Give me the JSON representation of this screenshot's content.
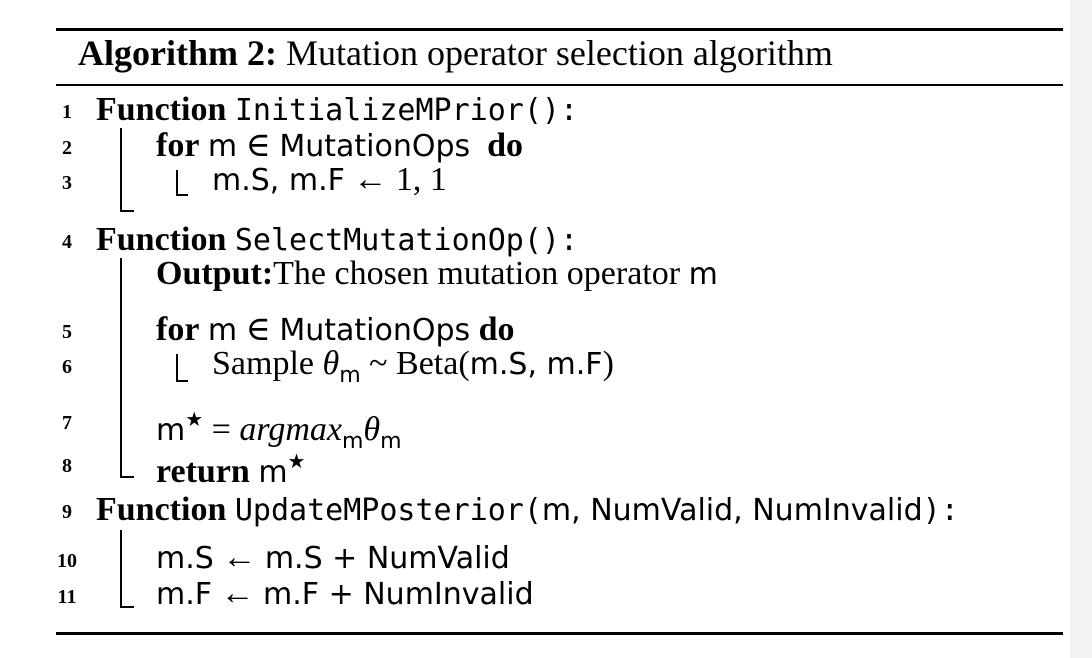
{
  "header": {
    "label": "Algorithm 2:",
    "title": "Mutation operator selection algorithm"
  },
  "lines": [
    {
      "num": "1",
      "keyword": "Function",
      "name": "InitializeMPrior",
      "args": "()",
      "colon": ":"
    },
    {
      "num": "2",
      "keyword": "for",
      "var": "m",
      "in": "∈",
      "set": "MutationOps",
      "do": "do"
    },
    {
      "num": "3",
      "text": "m.S, m.F",
      "arrow": "←",
      "value": "1, 1"
    },
    {
      "num": "4",
      "keyword": "Function",
      "name": "SelectMutationOp",
      "args": "()",
      "colon": ":"
    },
    {
      "output_label": "Output",
      "colon": ":",
      "output_text": "The chosen mutation operator",
      "output_var": "m"
    },
    {
      "num": "5",
      "keyword": "for",
      "var": "m",
      "in": "∈",
      "set": "MutationOps",
      "do": "do"
    },
    {
      "num": "6",
      "sample": "Sample",
      "theta": "θ",
      "sub": "m",
      "tilde": "~",
      "beta_text": "Beta(",
      "beta_args": "m.S, m.F",
      "beta_close": ")"
    },
    {
      "num": "7",
      "mvar": "m",
      "star": "★",
      "eq": "=",
      "argmax": "argmax",
      "sub": "m",
      "theta": "θ",
      "sub2": "m"
    },
    {
      "num": "8",
      "keyword": "return",
      "mvar": "m",
      "star": "★"
    },
    {
      "num": "9",
      "keyword": "Function",
      "name": "UpdateMPosterior",
      "open": "(",
      "args": "m, NumValid, NumInvalid",
      "close": "):"
    },
    {
      "num": "10",
      "lhs": "m.S",
      "arrow": "←",
      "rhs": "m.S + NumValid"
    },
    {
      "num": "11",
      "lhs": "m.F",
      "arrow": "←",
      "rhs": "m.F + NumInvalid"
    }
  ]
}
